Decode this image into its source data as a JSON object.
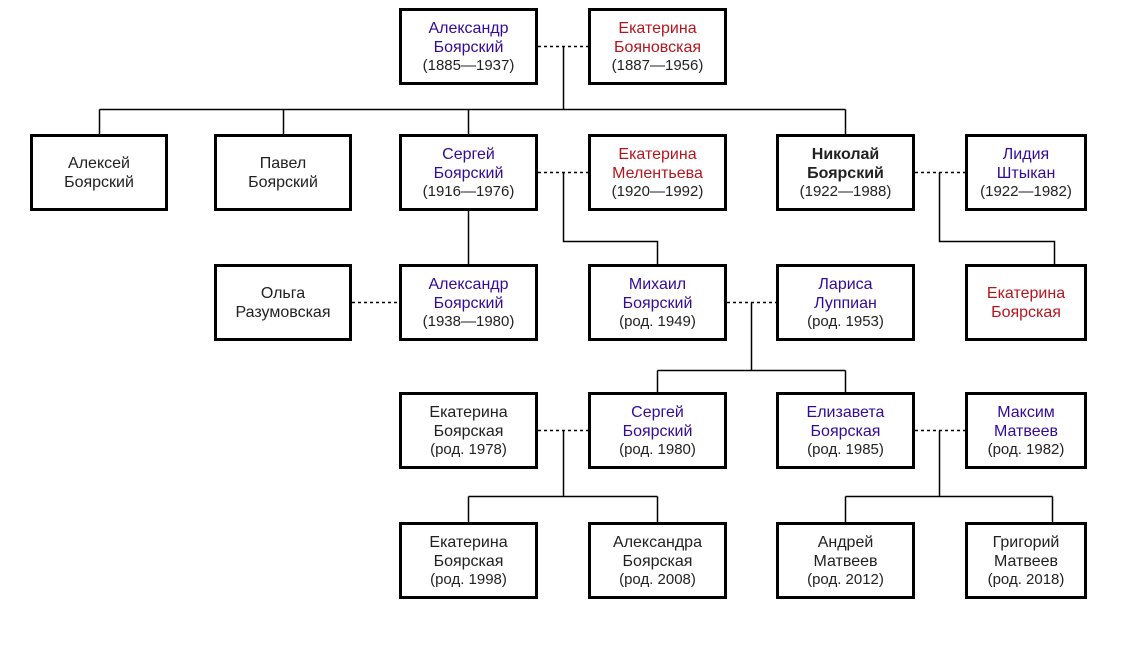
{
  "palette": {
    "link_name_color": "#330a99",
    "redlink_name_color": "#b5161d",
    "plain_text_color": "#202122",
    "line_color": "#000000",
    "box_border_color": "#000000",
    "background": "#ffffff"
  },
  "persons": {
    "aleksandr_sr": {
      "name": "Александр Боярский",
      "years": "(1885—1937)",
      "style": "link"
    },
    "ekaterina_boyanovskaya": {
      "name": "Екатерина Бояновская",
      "years": "(1887—1956)",
      "style": "red"
    },
    "aleksey": {
      "name": "Алексей Боярский",
      "years": "",
      "style": "plain"
    },
    "pavel": {
      "name": "Павел Боярский",
      "years": "",
      "style": "plain"
    },
    "sergey_sr": {
      "name": "Сергей Боярский",
      "years": "(1916—1976)",
      "style": "link"
    },
    "ekaterina_melentyeva": {
      "name": "Екатерина Мелентьева",
      "years": "(1920—1992)",
      "style": "red"
    },
    "nikolay": {
      "name": "Николай Боярский",
      "years": "(1922—1988)",
      "style": "bold"
    },
    "lidiya_shtykan": {
      "name": "Лидия Штыкан",
      "years": "(1922—1982)",
      "style": "link"
    },
    "olga_razumovskaya": {
      "name": "Ольга Разумовская",
      "years": "",
      "style": "plain"
    },
    "aleksandr_jr": {
      "name": "Александр Боярский",
      "years": "(1938—1980)",
      "style": "link"
    },
    "mikhail": {
      "name": "Михаил Боярский",
      "years": "(род. 1949)",
      "style": "link"
    },
    "larisa_luppian": {
      "name": "Лариса Луппиан",
      "years": "(род. 1953)",
      "style": "link"
    },
    "ekaterina_boyarskaya_red": {
      "name": "Екатерина Боярская",
      "years": "",
      "style": "red"
    },
    "ekaterina_1978": {
      "name": "Екатерина Боярская",
      "years": "(род. 1978)",
      "style": "plain"
    },
    "sergey_1980": {
      "name": "Сергей Боярский",
      "years": "(род. 1980)",
      "style": "link"
    },
    "elizaveta": {
      "name": "Елизавета Боярская",
      "years": "(род. 1985)",
      "style": "link"
    },
    "maksim_matveev": {
      "name": "Максим Матвеев",
      "years": "(род. 1982)",
      "style": "link"
    },
    "ekaterina_1998": {
      "name": "Екатерина Боярская",
      "years": "(род. 1998)",
      "style": "plain"
    },
    "aleksandra_2008": {
      "name": "Александра Боярская",
      "years": "(род. 2008)",
      "style": "plain"
    },
    "andrey_2012": {
      "name": "Андрей Матвеев",
      "years": "(род. 2012)",
      "style": "plain"
    },
    "grigoriy_2018": {
      "name": "Григорий Матвеев",
      "years": "(род. 2018)",
      "style": "plain"
    }
  },
  "relations": {
    "couples": [
      [
        "aleksandr_sr",
        "ekaterina_boyanovskaya"
      ],
      [
        "sergey_sr",
        "ekaterina_melentyeva"
      ],
      [
        "nikolay",
        "lidiya_shtykan"
      ],
      [
        "olga_razumovskaya",
        "aleksandr_jr"
      ],
      [
        "mikhail",
        "larisa_luppian"
      ],
      [
        "ekaterina_1978",
        "sergey_1980"
      ],
      [
        "elizaveta",
        "maksim_matveev"
      ]
    ],
    "children": [
      {
        "parents": [
          "aleksandr_sr",
          "ekaterina_boyanovskaya"
        ],
        "children": [
          "aleksey",
          "pavel",
          "sergey_sr",
          "nikolay"
        ]
      },
      {
        "parents": [
          "sergey_sr"
        ],
        "children": [
          "aleksandr_jr"
        ]
      },
      {
        "parents": [
          "sergey_sr",
          "ekaterina_melentyeva"
        ],
        "children": [
          "mikhail"
        ]
      },
      {
        "parents": [
          "nikolay",
          "lidiya_shtykan"
        ],
        "children": [
          "ekaterina_boyarskaya_red"
        ]
      },
      {
        "parents": [
          "mikhail",
          "larisa_luppian"
        ],
        "children": [
          "sergey_1980",
          "elizaveta"
        ]
      },
      {
        "parents": [
          "ekaterina_1978",
          "sergey_1980"
        ],
        "children": [
          "ekaterina_1998",
          "aleksandra_2008"
        ]
      },
      {
        "parents": [
          "elizaveta",
          "maksim_matveev"
        ],
        "children": [
          "andrey_2012",
          "grigoriy_2018"
        ]
      }
    ]
  }
}
